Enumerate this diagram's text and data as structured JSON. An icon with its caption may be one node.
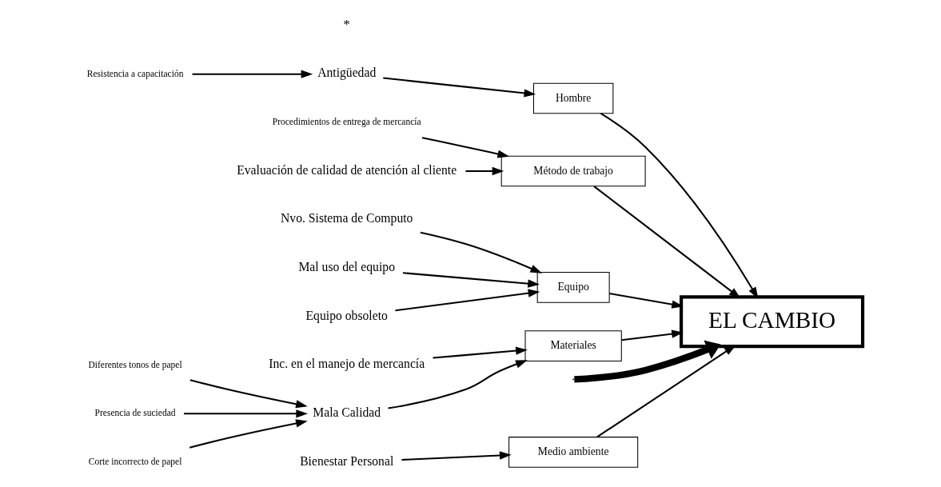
{
  "diagram": {
    "nodes": [
      {
        "text": [
          "Medio ambiente"
        ]
      },
      {
        "text": [
          "Hombre"
        ]
      },
      {
        "text": [
          "Método de trabajo"
        ]
      },
      {
        "text": [
          "Equipo"
        ]
      },
      {
        "text": [
          "Materiales"
        ]
      },
      {
        "text": [
          "EL CAMBIO"
        ]
      },
      {
        "text": [
          "Bienestar Personal"
        ]
      },
      {
        "text": [
          "Antigüedad"
        ]
      },
      {
        "text": [
          "Resistencia a capacitación"
        ]
      },
      {
        "text": [
          "Procedimientos de entrega de mercancía"
        ]
      },
      {
        "text": [
          "Evaluación de calidad de atención al cliente"
        ]
      },
      {
        "text": [
          "Nvo. Sistema de Computo"
        ]
      },
      {
        "text": [
          "Mal uso del equipo"
        ]
      },
      {
        "text": [
          "Equipo obsoleto"
        ]
      },
      {
        "text": [
          "Inc. en el manejo de mercancía"
        ]
      },
      {
        "text": [
          "Diferentes tonos de papel"
        ]
      },
      {
        "text": [
          "Mala Calidad"
        ]
      },
      {
        "text": [
          "Presencia de suciedad"
        ]
      },
      {
        "text": [
          "Corte incorrecto de papel"
        ]
      }
    ],
    "edges": [
      {
        "from": null,
        "to": 5,
        "arrow": "to",
        "style": "thick"
      },
      {
        "from": 0,
        "to": 5,
        "arrow": "to"
      },
      {
        "from": 1,
        "to": 5,
        "arrow": "to"
      },
      {
        "from": 2,
        "to": 5,
        "arrow": "to"
      },
      {
        "from": 3,
        "to": 5,
        "arrow": "to"
      },
      {
        "from": 4,
        "to": 5,
        "arrow": "to"
      },
      {
        "from": 6,
        "to": 0,
        "arrow": "to"
      },
      {
        "from": 7,
        "to": 1,
        "arrow": "to"
      },
      {
        "from": 8,
        "to": 7,
        "arrow": "to"
      },
      {
        "from": 9,
        "to": 2,
        "arrow": "to"
      },
      {
        "from": 10,
        "to": 2,
        "arrow": "to"
      },
      {
        "from": 11,
        "to": 3,
        "arrow": "to"
      },
      {
        "from": 12,
        "to": 3,
        "arrow": "to"
      },
      {
        "from": 13,
        "to": 3,
        "arrow": "to"
      },
      {
        "from": 14,
        "to": 4,
        "arrow": "to"
      },
      {
        "from": 15,
        "to": 16,
        "arrow": "to"
      },
      {
        "from": 16,
        "to": 4,
        "arrow": "to"
      },
      {
        "from": 17,
        "to": 16,
        "arrow": "to"
      },
      {
        "from": 18,
        "to": 16,
        "arrow": "to"
      }
    ],
    "labels": [
      "*"
    ]
  }
}
